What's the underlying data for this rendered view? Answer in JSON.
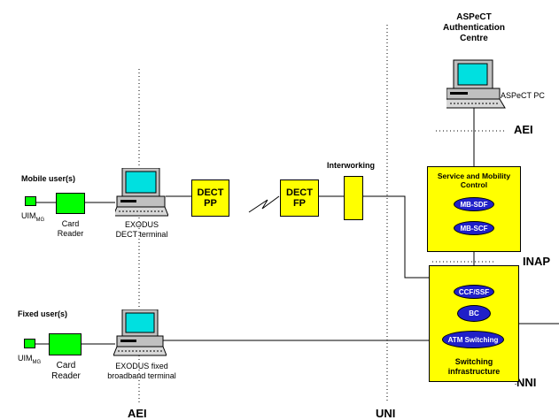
{
  "auth_centre": {
    "title_line1": "ASPeCT",
    "title_line2": "Authentication",
    "title_line3": "Centre",
    "pc_label": "ASPeCT PC"
  },
  "interfaces": {
    "aei_right": "AEI",
    "inap": "INAP",
    "nni": "NNI",
    "aei_bottom": "AEI",
    "uni_bottom": "UNI"
  },
  "mobile": {
    "heading": "Mobile user(s)",
    "uim_main": "UIM",
    "uim_sub": "MG",
    "card_reader_line1": "Card",
    "card_reader_line2": "Reader",
    "terminal_line1": "EXODUS",
    "terminal_line2": "DECT terminal",
    "dect_pp_line1": "DECT",
    "dect_pp_line2": "PP",
    "dect_fp_line1": "DECT",
    "dect_fp_line2": "FP",
    "interworking": "Interworking"
  },
  "fixed": {
    "heading": "Fixed user(s)",
    "uim_main": "UIM",
    "uim_sub": "MG",
    "card_reader_line1": "Card",
    "card_reader_line2": "Reader",
    "terminal_line1": "EXODUS fixed",
    "terminal_line2": "broadband terminal"
  },
  "smc": {
    "title_line1": "Service and Mobility",
    "title_line2": "Control",
    "mb_sdf": "MB-SDF",
    "mb_scf": "MB-SCF"
  },
  "switching": {
    "ccf_ssf": "CCF/SSF",
    "bc": "BC",
    "atm": "ATM Switching",
    "title_line1": "Switching",
    "title_line2": "infrastructure"
  },
  "colors": {
    "box_yellow": "#ffff00",
    "green": "#00ff00",
    "oval_blue": "#2020c8",
    "screen_cyan": "#00e0e0",
    "terminal_grey": "#c0c0c0"
  }
}
